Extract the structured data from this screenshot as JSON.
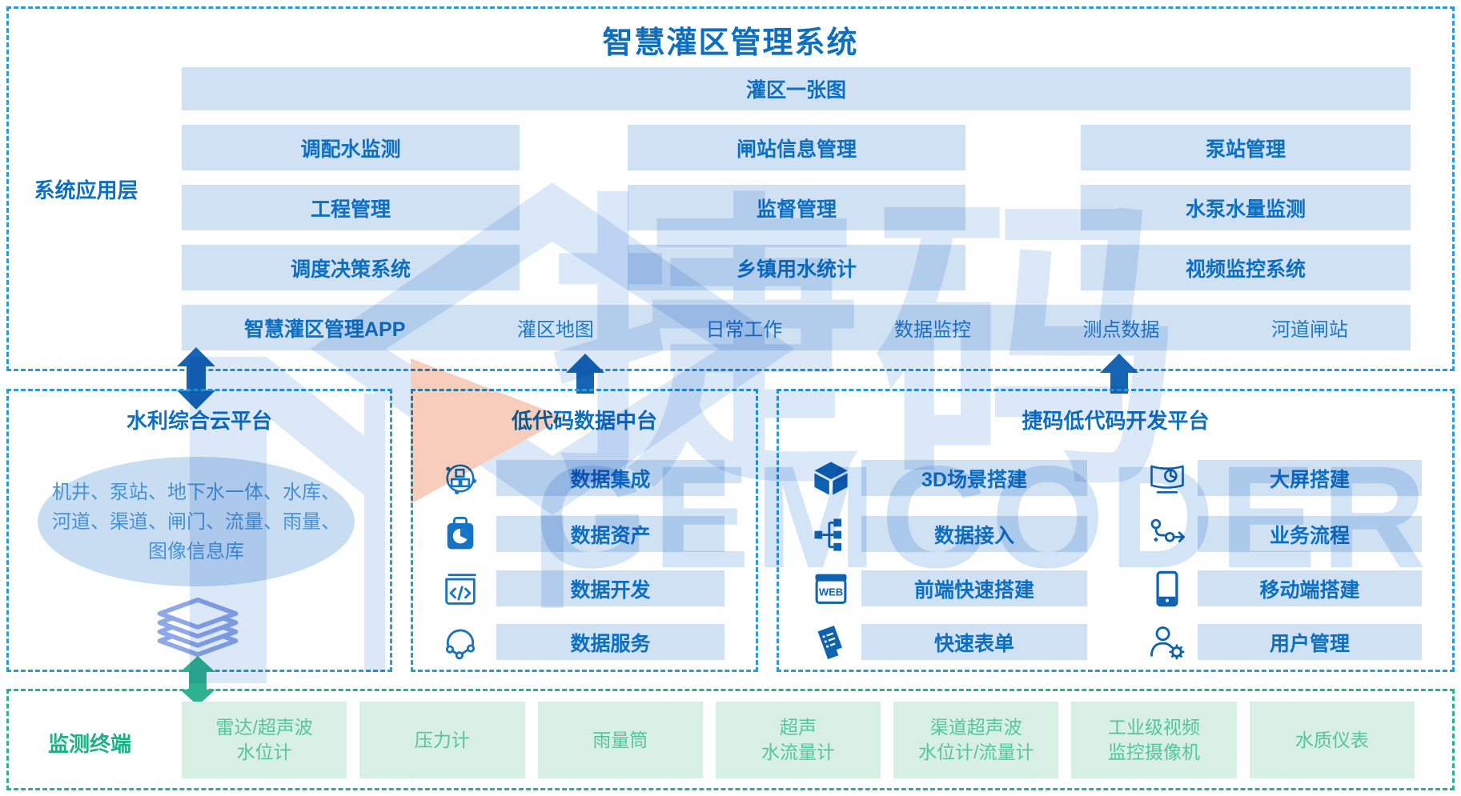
{
  "header": {
    "title": "智慧灌区管理系统"
  },
  "watermark": {
    "cn": "捷码",
    "en": "GEMCODER"
  },
  "app_layer": {
    "label": "系统应用层",
    "banner": "灌区一张图",
    "modules": [
      [
        "调配水监测",
        "闸站信息管理",
        "泵站管理"
      ],
      [
        "工程管理",
        "监督管理",
        "水泵水量监测"
      ],
      [
        "调度决策系统",
        "乡镇用水统计",
        "视频监控系统"
      ]
    ],
    "app_bar": [
      "智慧灌区管理APP",
      "灌区地图",
      "日常工作",
      "数据监控",
      "测点数据",
      "河道闸站"
    ]
  },
  "cloud_platform": {
    "title": "水利综合云平台",
    "database_text": "机井、泵站、地下水一体、水库、\n河道、渠道、闸门、流量、雨量、\n图像信息库",
    "icons": [
      "database-ellipse",
      "layers-icon"
    ]
  },
  "data_platform": {
    "title": "低代码数据中台",
    "items": [
      {
        "icon": "data-integration-icon",
        "label": "数据集成"
      },
      {
        "icon": "data-asset-icon",
        "label": "数据资产"
      },
      {
        "icon": "data-development-icon",
        "label": "数据开发"
      },
      {
        "icon": "data-service-icon",
        "label": "数据服务"
      }
    ]
  },
  "dev_platform": {
    "title": "捷码低代码开发平台",
    "left_items": [
      {
        "icon": "cube-3d-icon",
        "label": "3D场景搭建"
      },
      {
        "icon": "data-access-icon",
        "label": "数据接入"
      },
      {
        "icon": "web-browser-icon",
        "label": "前端快速搭建"
      },
      {
        "icon": "quick-form-icon",
        "label": "快速表单"
      }
    ],
    "right_items": [
      {
        "icon": "big-screen-icon",
        "label": "大屏搭建"
      },
      {
        "icon": "workflow-icon",
        "label": "业务流程"
      },
      {
        "icon": "mobile-icon",
        "label": "移动端搭建"
      },
      {
        "icon": "user-manage-icon",
        "label": "用户管理"
      }
    ]
  },
  "terminal_layer": {
    "label": "监测终端",
    "devices": [
      "雷达/超声波\n水位计",
      "压力计",
      "雨量筒",
      "超声\n水流量计",
      "渠道超声波\n水位计/流量计",
      "工业级视频\n监控摄像机",
      "水质仪表"
    ]
  },
  "colors": {
    "primary_blue": "#0d6fc3",
    "box_blue": "#cfe1f3",
    "border_blue": "#2a9bd5",
    "icon_blue": "#1573c6",
    "arrow_blue": "#1565b4",
    "green": "#2bb28b",
    "box_green": "#d8efe4",
    "green_text": "#55c69c",
    "watermark_blue": "#dbe8f8",
    "watermark_orange": "#f8cdbb",
    "layers_icon_color": "#8fa9e8"
  }
}
